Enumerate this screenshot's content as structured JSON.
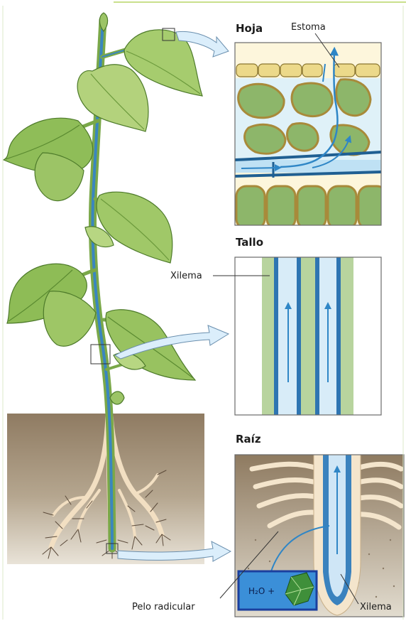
{
  "labels": {
    "leaf_title": "Hoja",
    "stoma": "Estoma",
    "stem_title": "Tallo",
    "xylem_stem": "Xilema",
    "root_title": "Raíz",
    "water": "H₂O +",
    "root_hair": "Pelo radicular",
    "xylem_root": "Xilema"
  },
  "colors": {
    "leaf_green": "#8fbf5a",
    "xylem_blue": "#3f8fc8",
    "panel_border": "#6a6a6a",
    "soil": "#9c8a72",
    "root": "#f3e1c6"
  },
  "icons": [
    "leaf-icon",
    "water-droplet-icon"
  ]
}
